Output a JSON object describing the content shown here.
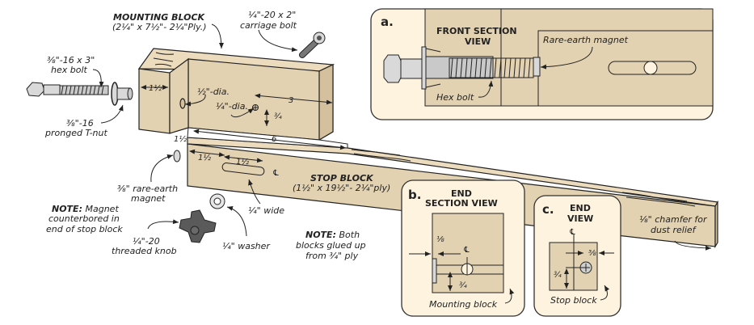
{
  "title": "Stop block assembly diagram",
  "colors": {
    "wood": "#e3d2b1",
    "panel": "#fdf3df",
    "hardware": "#d9d9d9",
    "knob": "#5a5a5a",
    "ink": "#222222"
  },
  "main": {
    "mounting_block": {
      "title": "MOUNTING BLOCK",
      "dims": "(2¼\" x 7½\"- 2¼\"Ply.)"
    },
    "carriage_bolt": {
      "size": "¼\"-20 x 2\"",
      "name": "carriage bolt"
    },
    "hex_bolt": {
      "size": "⅜\"-16 x 3\"",
      "name": "hex bolt"
    },
    "t_nut": {
      "size": "⅜\"-16",
      "name": "pronged T-nut"
    },
    "hole_half": "½\"-dia.",
    "hole_quarter": "¼\"-dia.",
    "dim_1_5_end": "1½",
    "dim_3": "3",
    "dim_3_4": "¾",
    "dim_1_5_side": "1½",
    "dim_6": "6",
    "dim_slot_offset": "1½",
    "dim_slot_len": "1½",
    "centerline": "℄",
    "magnet": {
      "size": "⅜\" rare-earth",
      "name": "magnet"
    },
    "note_magnet": {
      "bold": "NOTE:",
      "line1": "Magnet",
      "line2": "counterbored in",
      "line3": "end of stop block"
    },
    "stop_block": {
      "title": "STOP BLOCK",
      "dims": "(1½\" x 19½\"- 2¼\"ply)"
    },
    "slot_width": "¼\" wide",
    "knob": {
      "size": "¼\"-20",
      "name": "threaded knob"
    },
    "washer": "¼\" washer",
    "note_glue": {
      "bold": "NOTE:",
      "line1": "Both",
      "line2": "blocks glued up",
      "line3": "from ¾\" ply"
    },
    "chamfer": {
      "line1": "⅛\" chamfer for",
      "line2": "dust relief"
    }
  },
  "detail_a": {
    "letter": "a.",
    "title_line1": "FRONT SECTION",
    "title_line2": "VIEW",
    "magnet_label": "Rare-earth magnet",
    "bolt_label": "Hex bolt"
  },
  "detail_b": {
    "letter": "b.",
    "title_line1": "END",
    "title_line2": "SECTION VIEW",
    "dim_1_8": "⅛",
    "dim_3_4": "¾",
    "centerline": "℄",
    "label": "Mounting block"
  },
  "detail_c": {
    "letter": "c.",
    "title_line1": "END",
    "title_line2": "VIEW",
    "centerline": "℄",
    "dim_3_8": "⅜",
    "dim_3_4": "¾",
    "label": "Stop block"
  }
}
